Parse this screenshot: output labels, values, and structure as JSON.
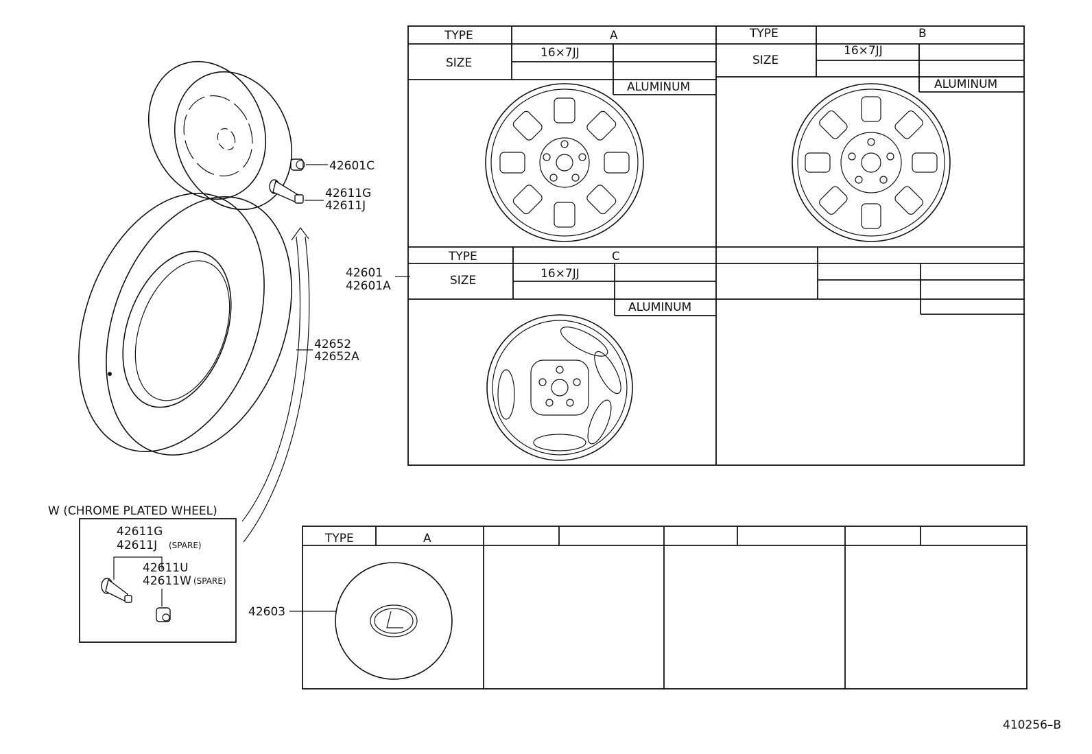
{
  "parts": {
    "p42601c": "42601C",
    "p42611g": "42611G",
    "p42611j": "42611J",
    "p42652": "42652",
    "p42652a": "42652A",
    "p42601": "42601",
    "p42601a": "42601A",
    "p42603": "42603"
  },
  "chrome": {
    "title": "W (CHROME  PLATED  WHEEL)",
    "l1": "42611G",
    "l2": "42611J",
    "l2_note": "(SPARE)",
    "l3": "42611U",
    "l4": "42611W",
    "l4_note": "(SPARE)"
  },
  "wheels": {
    "type_hdr": "TYPE",
    "size_hdr": "SIZE",
    "size_val": "16×7JJ",
    "material": "ALUMINUM",
    "a": "A",
    "b": "B",
    "c": "C"
  },
  "cap": {
    "type_hdr": "TYPE",
    "a": "A"
  },
  "footer": {
    "code": "410256–B"
  }
}
